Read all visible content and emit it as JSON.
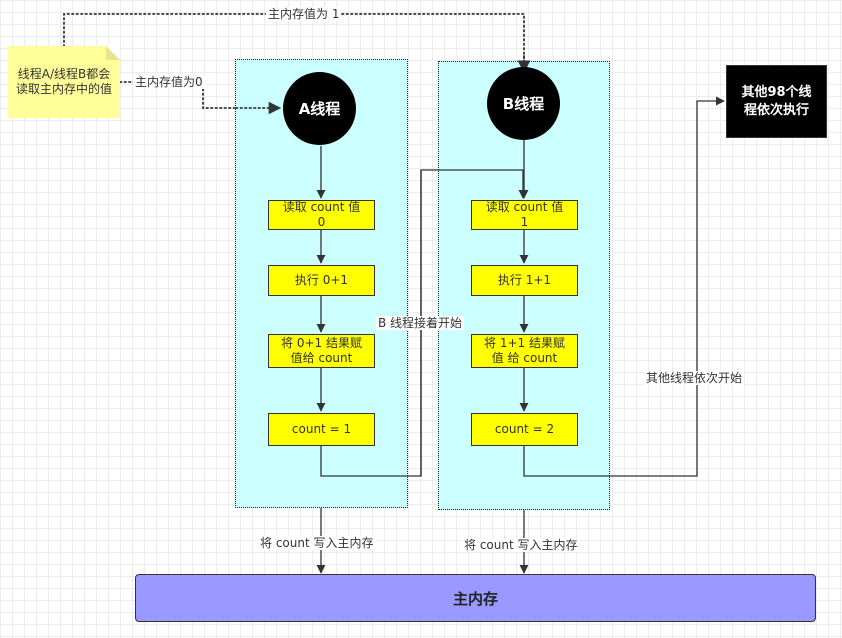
{
  "top_edge_label": "主内存值为 1",
  "note_text": "线程A/线程B都会读取主内存中的值",
  "note_edge_label": "主内存值为0",
  "thread_a": {
    "title": "A线程",
    "steps": [
      "读取 count 值 0",
      "执行 0+1",
      "将 0+1 结果赋值给 count",
      "count = 1"
    ]
  },
  "thread_b": {
    "title": "B线程",
    "steps": [
      "读取 count 值 1",
      "执行 1+1",
      "将 1+1 结果赋值 给 count",
      "count = 2"
    ]
  },
  "handoff_label": "B 线程接着开始",
  "others_label": "其他线程依次开始",
  "others_box": "其他98个线程依次执行",
  "write_label_a": "将 count 写入主内存",
  "write_label_b": "将 count 写入主内存",
  "main_memory": "主内存",
  "colors": {
    "lane": "#ccffff",
    "step": "#ffff00",
    "note": "#ffff99",
    "memory": "#9999ff",
    "circle": "#000000"
  }
}
